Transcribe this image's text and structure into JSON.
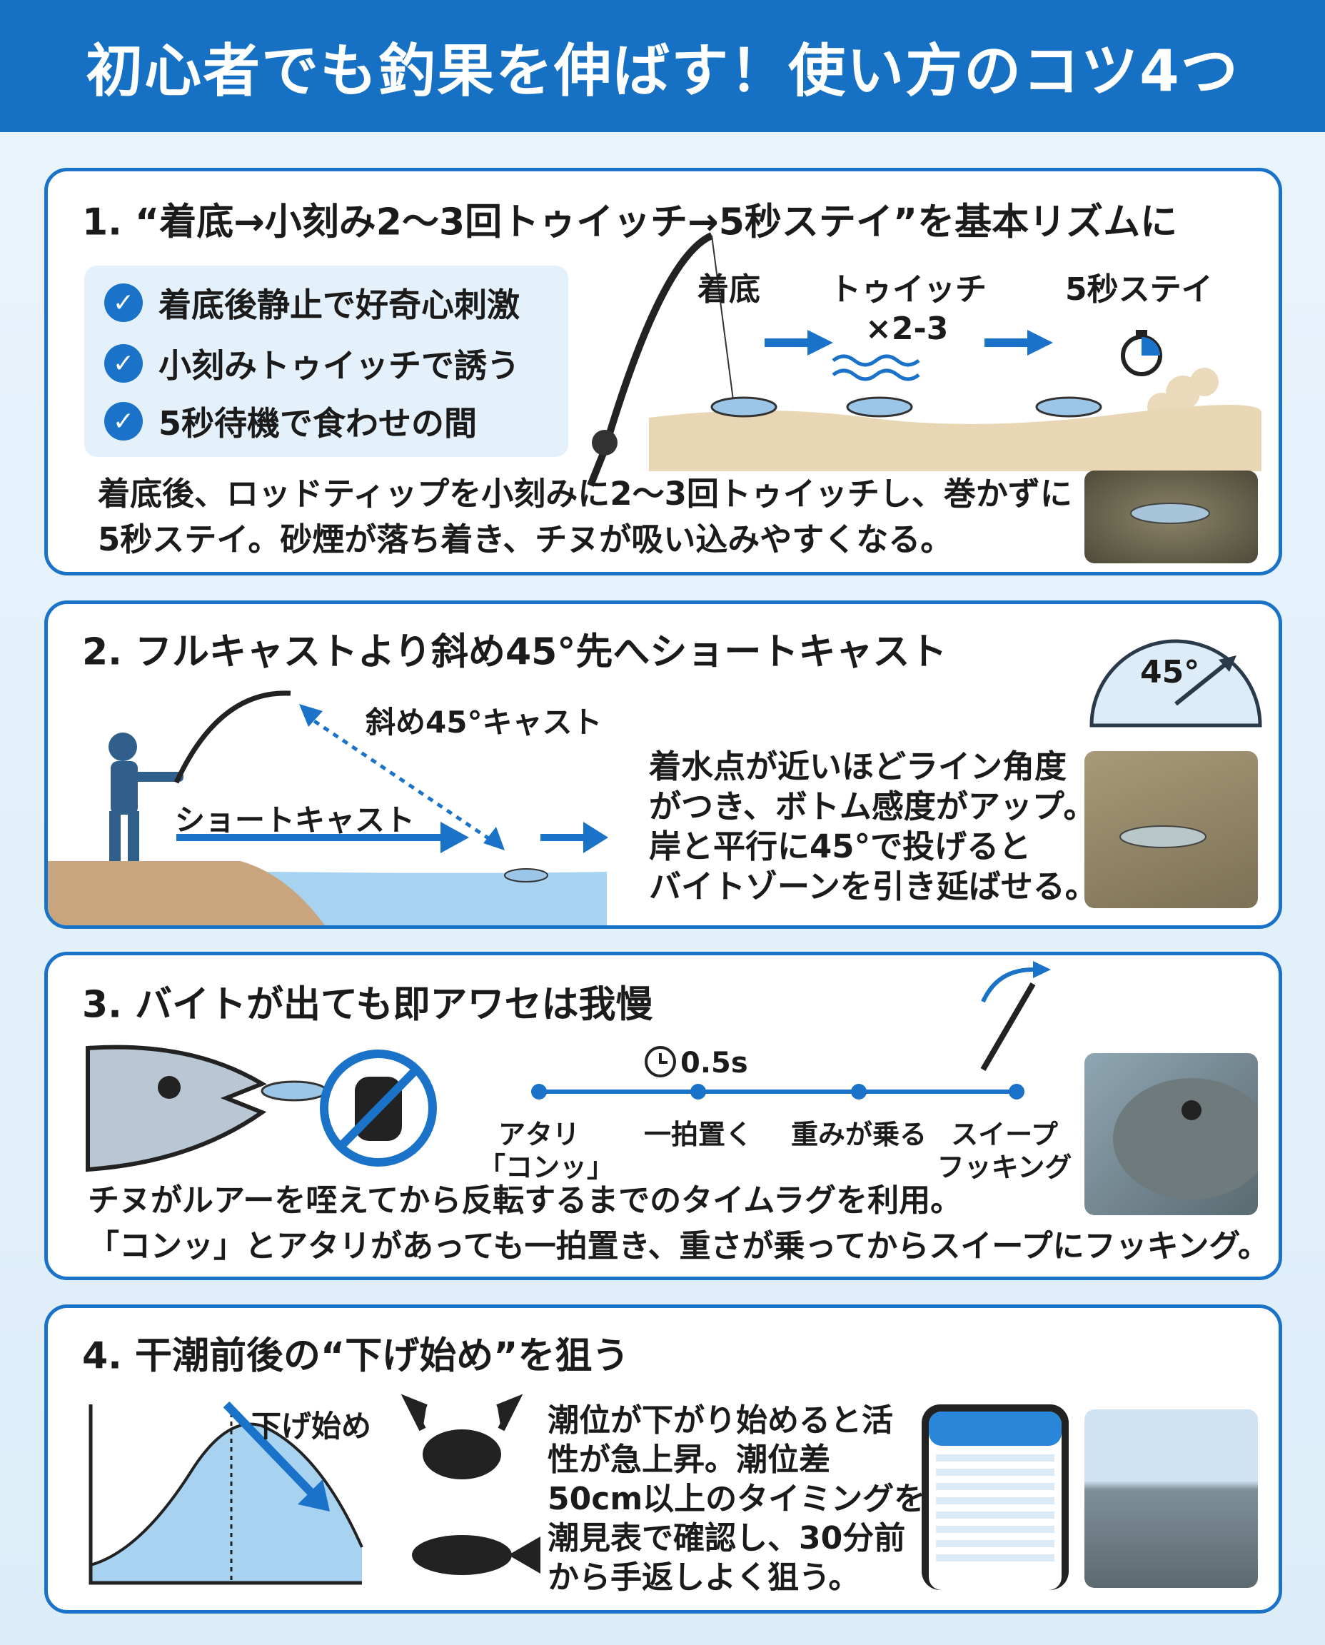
{
  "header": {
    "title": "初心者でも釣果を伸ばす！使い方のコツ4つ"
  },
  "tips": [
    {
      "title": "1. “着底→小刻み2〜3回トゥイッチ→5秒ステイ”を基本リズムに",
      "checklist": [
        "着底後静止で好奇心刺激",
        "小刻みトゥイッチで誘う",
        "5秒待機で食わせの間"
      ],
      "steps": [
        "着底",
        "トゥイッチ",
        "×2-3",
        "5秒ステイ"
      ],
      "body": [
        "着底後、ロッドティップを小刻みに2〜3回トゥイッチし、巻かずに",
        "5秒ステイ。砂煙が落ち着き、チヌが吸い込みやすくなる。"
      ]
    },
    {
      "title": "2. フルキャストより斜め45°先へショートキャスト",
      "angle_label": "45°",
      "diag_label": "斜め45°キャスト",
      "short_label": "ショートキャスト",
      "body": [
        "着水点が近いほどライン角度",
        "がつき、ボトム感度がアップ。",
        "岸と平行に45°で投げると",
        "バイトゾーンを引き延ばせる。"
      ]
    },
    {
      "title": "3. バイトが出ても即アワセは我慢",
      "timer": "0.5s",
      "timeline": [
        [
          "アタリ",
          "「コンッ」"
        ],
        [
          "一拍置く"
        ],
        [
          "重みが乗る"
        ],
        [
          "スイープ",
          "フッキング"
        ]
      ],
      "body": [
        "チヌがルアーを咥えてから反転するまでのタイムラグを利用。",
        "「コンッ」とアタリがあっても一拍置き、重さが乗ってからスイープにフッキング。"
      ]
    },
    {
      "title": "4. 干潮前後の“下げ始め”を狙う",
      "chart_label": "下げ始め",
      "body": [
        "潮位が下がり始めると活",
        "性が急上昇。潮位差",
        "50cm以上のタイミングを",
        "潮見表で確認し、30分前",
        "から手返しよく狙う。"
      ]
    }
  ],
  "colors": {
    "primary": "#1a73c8",
    "header": "#1670c4",
    "light": "#e4f0fa"
  }
}
